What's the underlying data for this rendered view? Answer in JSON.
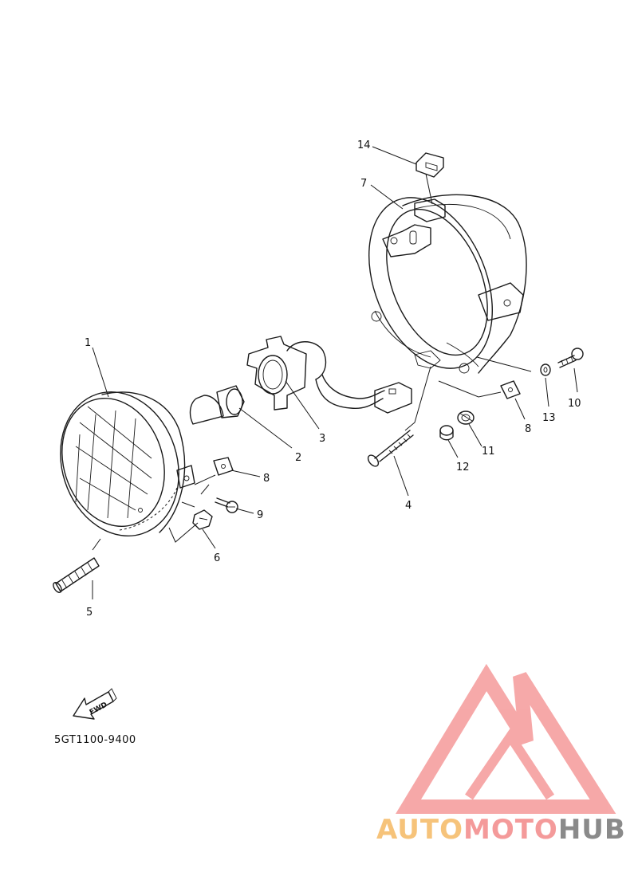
{
  "diagram": {
    "part_labels": {
      "p1": "1",
      "p2": "2",
      "p3": "3",
      "p4": "4",
      "p5": "5",
      "p6": "6",
      "p7": "7",
      "p8a": "8",
      "p8b": "8",
      "p9": "9",
      "p10": "10",
      "p11": "11",
      "p12": "12",
      "p13": "13",
      "p14": "14"
    },
    "fwd_label": "FWD",
    "drawing_code": "5GT1100-9400"
  },
  "watermark": {
    "brand_part1": "AUTO",
    "brand_part2": "MOTO",
    "brand_part3": "HUB",
    "colors": {
      "auto": "#f6c37a",
      "moto": "#f49a9a",
      "hub": "#8a8a8a",
      "logo": "#f59a9a"
    }
  }
}
